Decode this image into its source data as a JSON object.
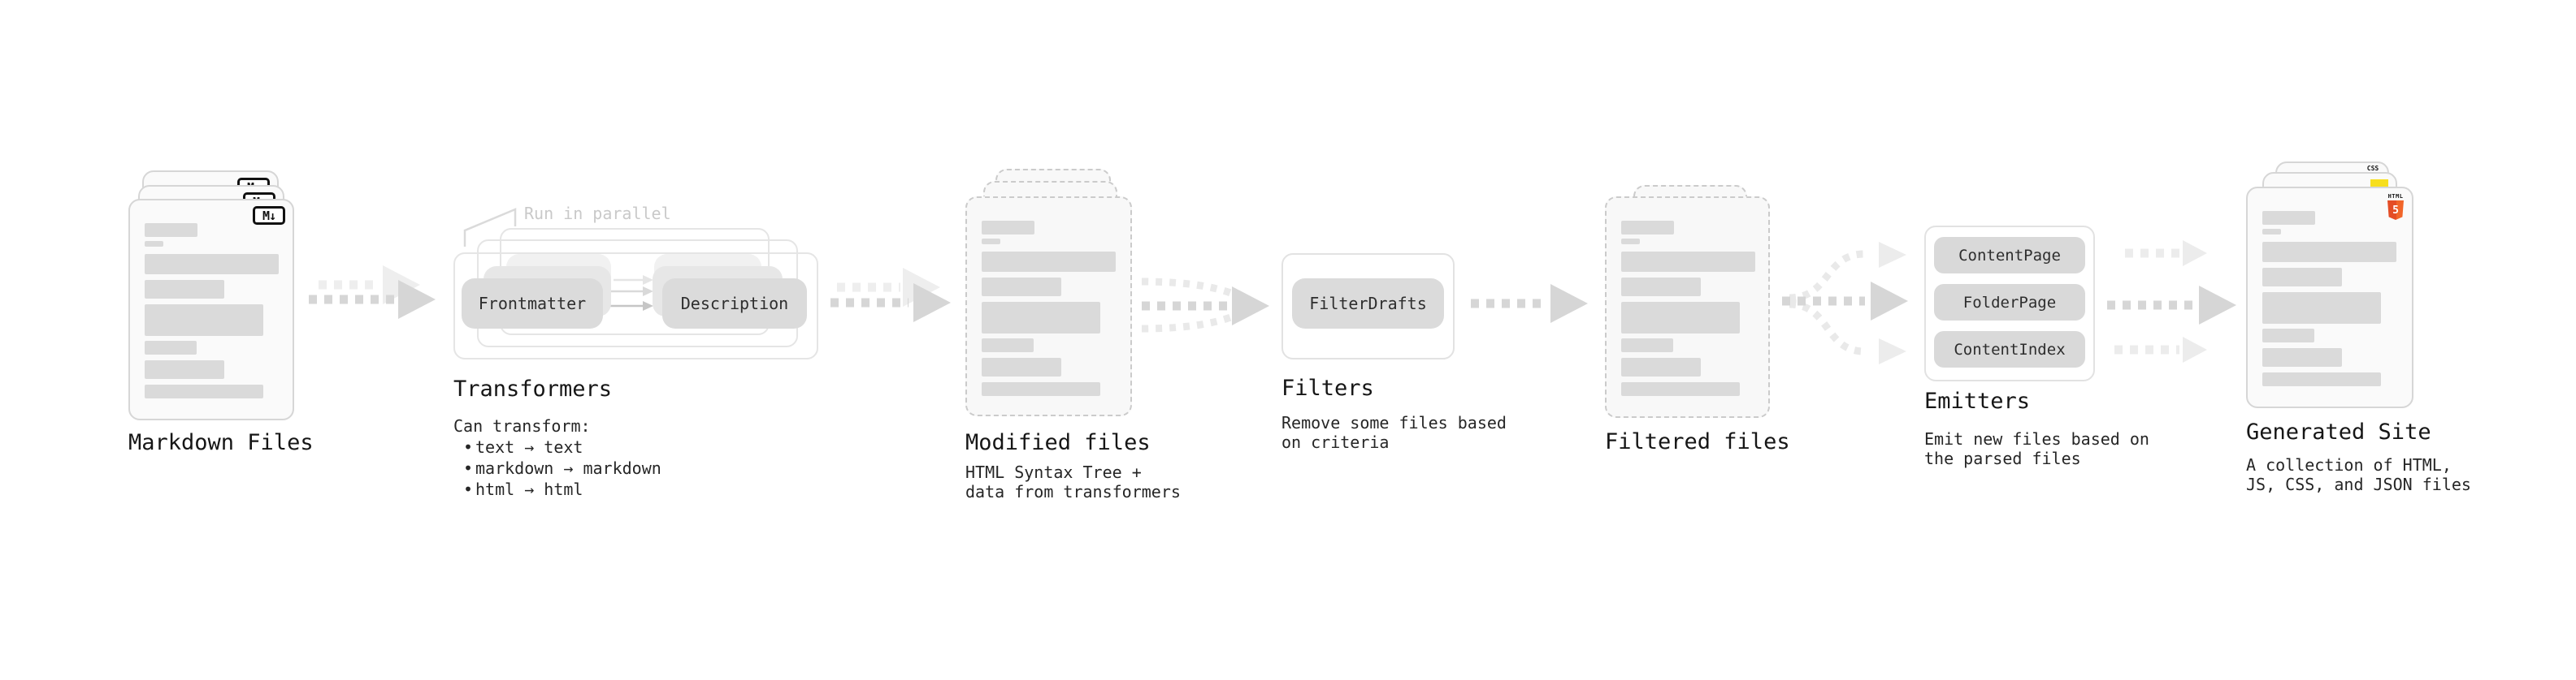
{
  "markdown_files": {
    "title": "Markdown Files",
    "badge": "M↓"
  },
  "transformers": {
    "note": "Run in parallel",
    "chip_left": "Frontmatter",
    "chip_right": "Description",
    "title": "Transformers",
    "desc_heading": "Can transform:",
    "bullet_marker": "•",
    "bullets": [
      "text → text",
      "markdown → markdown",
      "html → html"
    ]
  },
  "modified_files": {
    "title": "Modified files",
    "desc_line1": "HTML Syntax Tree +",
    "desc_line2": "data from transformers"
  },
  "filters": {
    "chip": "FilterDrafts",
    "title": "Filters",
    "desc_line1": "Remove some files based",
    "desc_line2": "on criteria"
  },
  "filtered_files": {
    "title": "Filtered files"
  },
  "emitters": {
    "chips": [
      "ContentPage",
      "FolderPage",
      "ContentIndex"
    ],
    "title": "Emitters",
    "desc_line1": "Emit new files based on",
    "desc_line2": "the parsed files"
  },
  "generated_site": {
    "title": "Generated Site",
    "desc_line1": "A collection of HTML,",
    "desc_line2": "JS, CSS, and JSON files",
    "badge_css": "CSS",
    "badge_html_label": "HTML",
    "badge_html_number": "5"
  },
  "colors": {
    "html5_orange": "#e44d26",
    "html5_orange_light": "#f16529",
    "js_yellow": "#f7df1e",
    "css_blue": "#2760e8",
    "arrow_gray": "#d6d6d6",
    "arrow_light": "#eeeeee",
    "placeholder_gray": "#dadada"
  }
}
